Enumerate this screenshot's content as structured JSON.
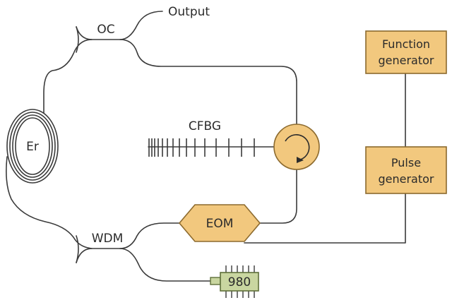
{
  "labels": {
    "output": "Output",
    "oc": "OC",
    "er": "Er",
    "cfbg": "CFBG",
    "wdm": "WDM",
    "eom": "EOM",
    "pump": "980",
    "function_generator": [
      "Function",
      "generator"
    ],
    "pulse_generator": [
      "Pulse",
      "generator"
    ]
  },
  "colors": {
    "component_fill": "#f2c87e",
    "component_stroke": "#8c6a2e",
    "pump_fill": "#c9d6a0",
    "pump_stroke": "#5f6f3a",
    "fiber": "#3a3a3a"
  }
}
